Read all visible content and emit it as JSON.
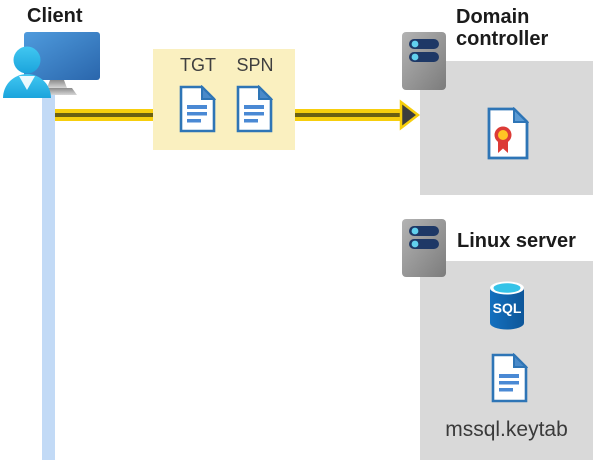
{
  "diagram": {
    "client": {
      "title": "Client"
    },
    "ticket_box": {
      "tgt_label": "TGT",
      "spn_label": "SPN"
    },
    "domain_controller": {
      "title": "Domain controller"
    },
    "linux_server": {
      "title": "Linux server",
      "sql_label": "SQL",
      "keytab_label": "mssql.keytab"
    },
    "colors": {
      "ticket_box_bg": "#FAF0C0",
      "server_box_bg": "#D9D9D9",
      "arrow_yellow": "#F7CE0D",
      "arrow_dark_stripe": "#6B6011",
      "arrowhead_fill": "#3D3D3D",
      "client_line_blue": "#C2DAF6",
      "doc_border_blue": "#2E75B6",
      "doc_line_blue": "#4A89D4",
      "sql_body_blue": "#1266B1",
      "sql_top_cyan": "#35C3E8",
      "person_cyan": "#33BCEA",
      "monitor_blue": "#3C82C8",
      "server_gray": "#9A9A9A",
      "server_bar_navy": "#1E3866",
      "cert_ribbon_red": "#DC3B36",
      "cert_ribbon_yellow": "#FFC524",
      "title_text": "#1B1B1B"
    }
  }
}
